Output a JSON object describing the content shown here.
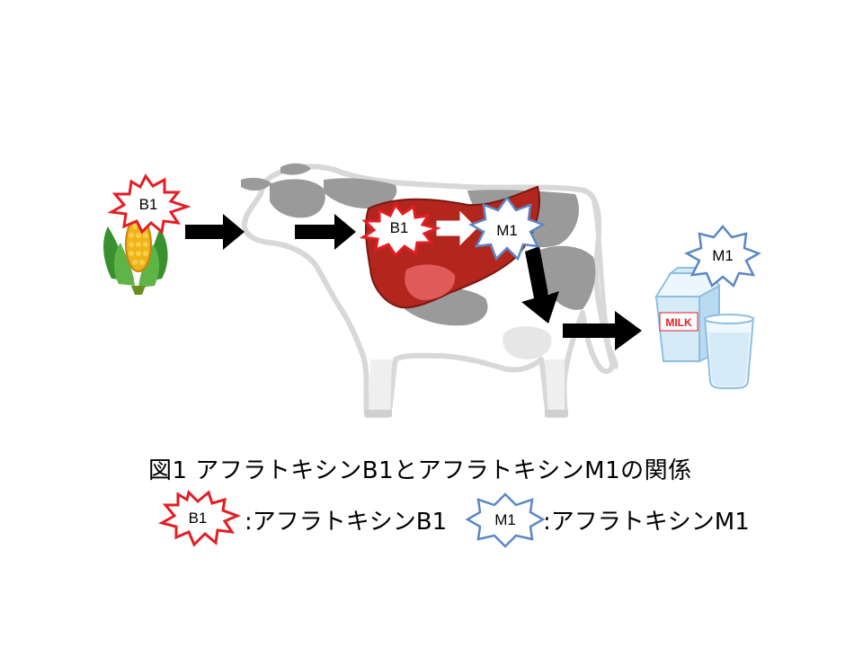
{
  "badges": {
    "corn_b1": "B1",
    "liver_b1": "B1",
    "liver_m1": "M1",
    "milk_m1": "M1"
  },
  "milk_carton_label": "MILK",
  "caption": "図1  アフラトキシンB1とアフラトキシンM1の関係",
  "legend": {
    "b1_badge": "B1",
    "b1_text": ":アフラトキシンB1",
    "m1_badge": "M1",
    "m1_text": ":アフラトキシンM1"
  },
  "colors": {
    "b1_outline": "#e31e24",
    "m1_outline": "#5b87c5",
    "liver": "#b3261e",
    "cow_patch": "#9a9a9a",
    "arrow": "#000000"
  },
  "icons": [
    "corn-icon",
    "cow-icon",
    "liver-icon",
    "milk-carton-icon",
    "milk-glass-icon"
  ]
}
